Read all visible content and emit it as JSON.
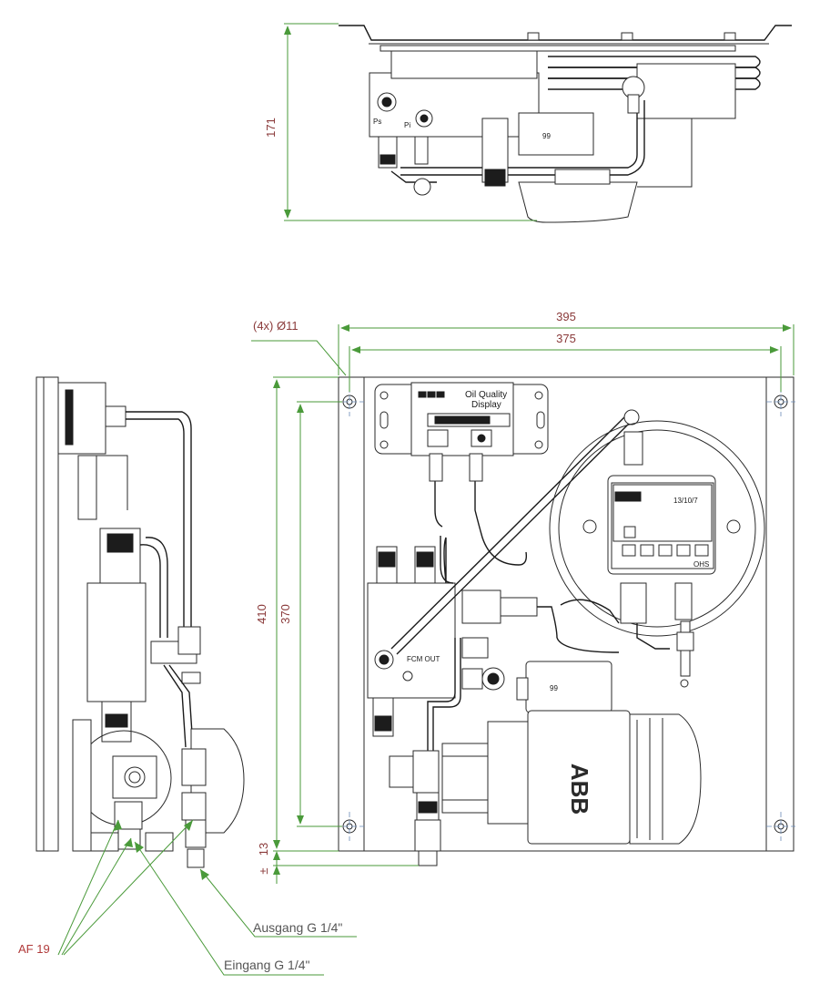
{
  "dimensions": {
    "height_top": "171",
    "width_outer": "395",
    "width_inner": "375",
    "height_outer": "410",
    "height_inner": "370",
    "offset_bottom": "13",
    "offset_prefix": "±",
    "holes": "(4x) Ø11"
  },
  "callouts": {
    "wrench": "AF 19",
    "outlet": "Ausgang G 1/4\"",
    "inlet": "Eingang G 1/4\""
  },
  "labels": {
    "display_title_line1": "Oil Quality",
    "display_title_line2": "Display",
    "fcm_out": "FCM OUT",
    "sensor_date": "13/10/7",
    "sensor_model": "OHS",
    "motor_brand": "ABB",
    "port_ps": "Ps",
    "port_pi": "Pi"
  },
  "colors": {
    "dimension_lines": "#4a9a3a",
    "dimension_text": "#8a3a3a",
    "callout_text": "#555555",
    "line_work": "#2a2a2a"
  }
}
